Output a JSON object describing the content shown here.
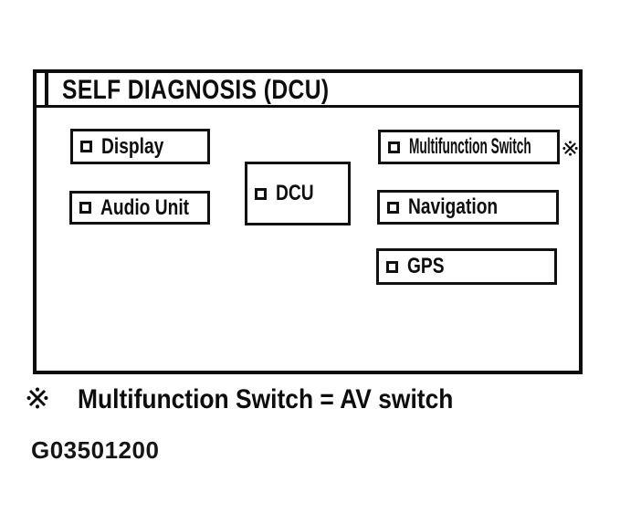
{
  "figure": {
    "title": "SELF DIAGNOSIS (DCU)",
    "nodes": [
      {
        "id": "display",
        "label": "Display"
      },
      {
        "id": "audio-unit",
        "label": "Audio Unit"
      },
      {
        "id": "dcu",
        "label": "DCU"
      },
      {
        "id": "multifunction-switch",
        "label": "Multifunction Switch",
        "ref_mark": "※"
      },
      {
        "id": "navigation",
        "label": "Navigation"
      },
      {
        "id": "gps",
        "label": "GPS"
      }
    ],
    "connections": [
      {
        "from": "display",
        "to": "dcu"
      },
      {
        "from": "audio-unit",
        "to": "dcu"
      },
      {
        "from": "dcu",
        "to": "multifunction-switch"
      },
      {
        "from": "dcu",
        "to": "navigation"
      },
      {
        "from": "navigation",
        "to": "gps"
      }
    ]
  },
  "footnote": {
    "mark": "※",
    "text": "Multifunction Switch = AV switch"
  },
  "figure_id": "G03501200",
  "colors": {
    "ink": "#0d0d0d",
    "background": "#ffffff"
  }
}
